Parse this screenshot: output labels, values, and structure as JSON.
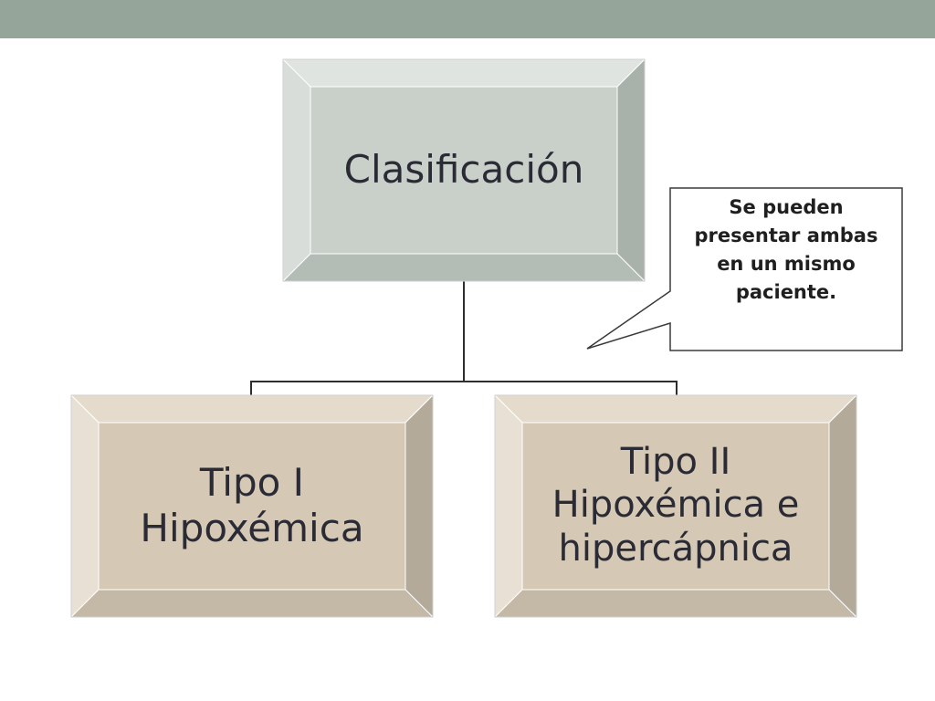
{
  "top_node": {
    "label": "Clasificación",
    "colors": {
      "face": "#c9d0ca",
      "top": "#dfe4e0",
      "left": "#d8ddd9",
      "right": "#a9b1ab",
      "bottom": "#b4bcb6"
    }
  },
  "children": [
    {
      "lines": [
        "Tipo I",
        "Hipoxémica"
      ],
      "colors": {
        "face": "#d5c8b4",
        "top": "#e4dbcd",
        "left": "#e8e0d4",
        "right": "#b4aa9a",
        "bottom": "#c4b9a7"
      }
    },
    {
      "lines": [
        "Tipo II",
        "Hipoxémica e",
        "hipercápnica"
      ],
      "colors": {
        "face": "#d5c8b4",
        "top": "#e4dbcd",
        "left": "#e8e0d4",
        "right": "#b4aa9a",
        "bottom": "#c4b9a7"
      }
    }
  ],
  "callout": {
    "lines": [
      "Se pueden",
      "presentar ambas",
      "en un mismo",
      "paciente."
    ]
  },
  "colors": {
    "header_bar": "#95a59a",
    "connector": "#2e2e2e"
  }
}
